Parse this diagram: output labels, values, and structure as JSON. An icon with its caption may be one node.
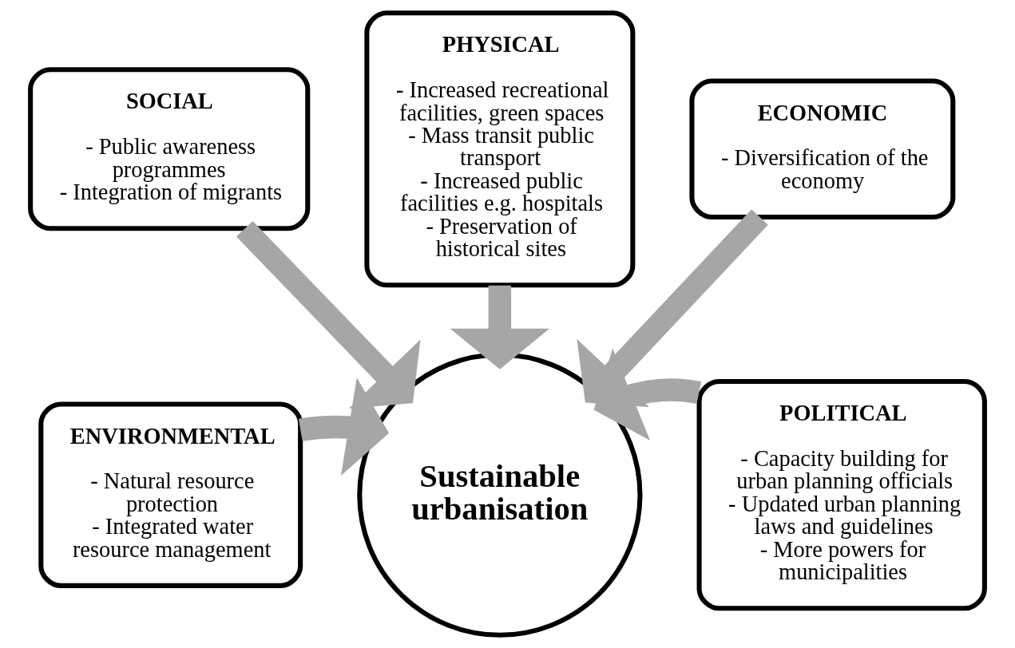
{
  "diagram": {
    "nodes": [
      {
        "text": [
          "PHYSICAL",
          "- Increased recreational facilities, green spaces",
          "- Mass transit public transport",
          "- Increased public facilities e.g. hospitals",
          "- Preservation of historical sites"
        ]
      },
      {
        "text": [
          "SOCIAL",
          "- Public awareness programmes",
          "- Integration of migrants"
        ]
      },
      {
        "text": [
          "ECONOMIC",
          "- Diversification of the economy"
        ]
      },
      {
        "text": [
          "ENVIRONMENTAL",
          "- Natural resource protection",
          "- Integrated water resource management"
        ]
      },
      {
        "text": [
          "Sustainable urbanisation"
        ]
      },
      {
        "text": [
          "POLITICAL",
          "- Capacity building for urban planning officials",
          "- Updated urban planning laws and guidelines",
          "- More powers for municipalities"
        ]
      }
    ],
    "edges": [
      {
        "from": 1,
        "to": 4,
        "arrow": "to"
      },
      {
        "from": 0,
        "to": 4,
        "arrow": "to"
      },
      {
        "from": 2,
        "to": 4,
        "arrow": "to"
      },
      {
        "from": 3,
        "to": 4,
        "arrow": "to"
      },
      {
        "from": 5,
        "to": 4,
        "arrow": "to"
      }
    ]
  }
}
